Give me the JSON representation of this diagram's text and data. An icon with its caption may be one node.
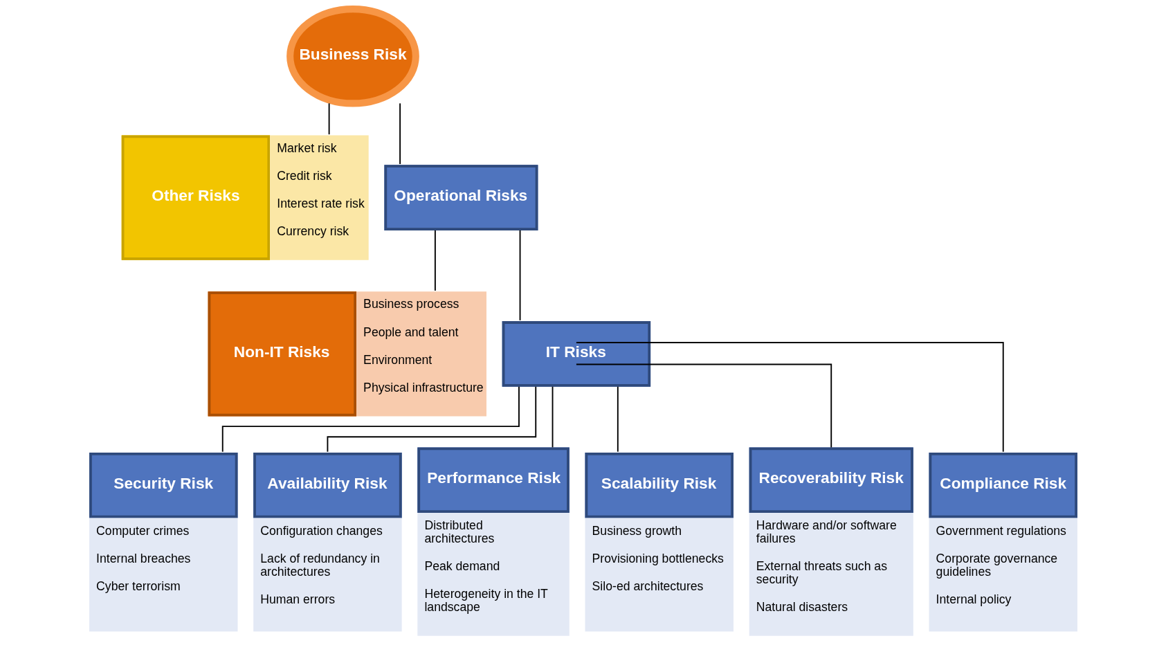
{
  "diagram": {
    "nodes": [
      {
        "text": [
          "Business Risk"
        ]
      },
      {
        "text": [
          "Other Risks",
          "Market risk",
          "Credit risk",
          "Interest rate risk",
          "Currency risk"
        ]
      },
      {
        "text": [
          "Operational Risks"
        ]
      },
      {
        "text": [
          "Non-IT Risks",
          "Business process",
          "People and talent",
          "Environment",
          "Physical infrastructure"
        ]
      },
      {
        "text": [
          "IT Risks"
        ]
      },
      {
        "text": [
          "Security Risk",
          "Computer crimes",
          "Internal breaches",
          "Cyber terrorism"
        ]
      },
      {
        "text": [
          "Availability Risk",
          "Configuration changes",
          "Lack of redundancy in architectures",
          "Human errors"
        ]
      },
      {
        "text": [
          "Performance Risk",
          "Distributed architectures",
          "Peak demand",
          "Heterogeneity in the IT landscape"
        ]
      },
      {
        "text": [
          "Scalability Risk",
          "Business growth",
          "Provisioning bottlenecks",
          "Silo-ed architectures"
        ]
      },
      {
        "text": [
          "Recoverability Risk",
          "Hardware and/or software failures",
          "External threats such as security",
          "Natural disasters"
        ]
      },
      {
        "text": [
          "Compliance Risk",
          "Government regulations",
          "Corporate governance guidelines",
          "Internal policy"
        ]
      }
    ],
    "edges": [
      {
        "from": 0,
        "to": 1,
        "arrow": "none"
      },
      {
        "from": 0,
        "to": 2,
        "arrow": "none"
      },
      {
        "from": 2,
        "to": 3,
        "arrow": "none"
      },
      {
        "from": 2,
        "to": 4,
        "arrow": "none"
      },
      {
        "from": 4,
        "to": 5,
        "arrow": "none"
      },
      {
        "from": 4,
        "to": 6,
        "arrow": "none"
      },
      {
        "from": 4,
        "to": 7,
        "arrow": "none"
      },
      {
        "from": 4,
        "to": 8,
        "arrow": "none"
      },
      {
        "from": 4,
        "to": 9,
        "arrow": "none"
      },
      {
        "from": 4,
        "to": 10,
        "arrow": "none"
      }
    ]
  }
}
